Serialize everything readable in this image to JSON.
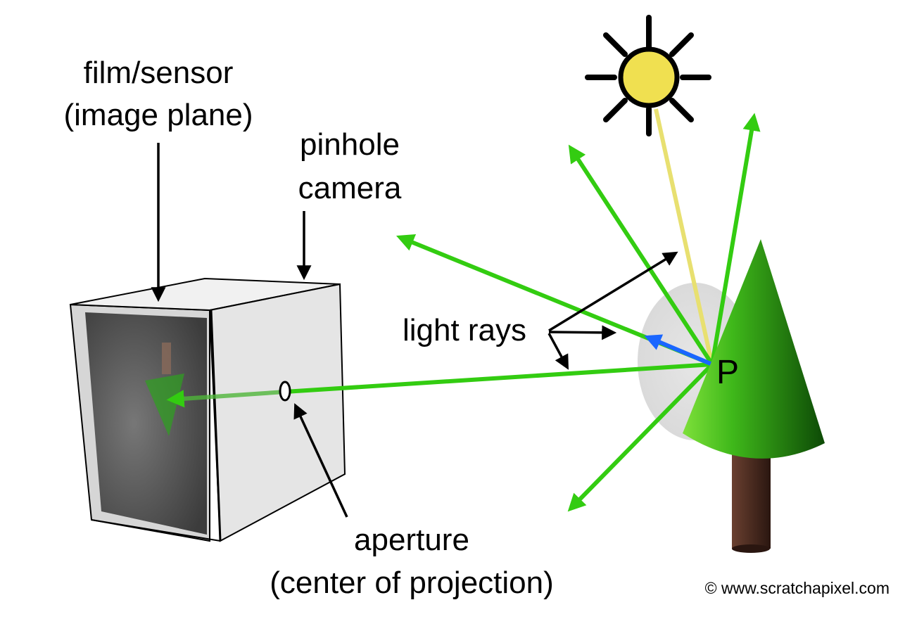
{
  "labels": {
    "film_line1": "film/sensor",
    "film_line2": "(image plane)",
    "pinhole_line1": "pinhole",
    "pinhole_line2": "camera",
    "light_rays": "light rays",
    "point": "P",
    "aperture_line1": "aperture",
    "aperture_line2": "(center of projection)",
    "copyright": "© www.scratchapixel.com"
  },
  "colors": {
    "ray_green": "#33cc11",
    "sun_ray": "#e8e070",
    "sun_fill": "#f0e050",
    "blue_ray": "#1a66ff",
    "tree_green": "#2a9a10",
    "trunk": "#4a2a1a",
    "box_face": "#d8d8d8",
    "film": "#555555",
    "hemisphere": "#e0e0e0"
  }
}
